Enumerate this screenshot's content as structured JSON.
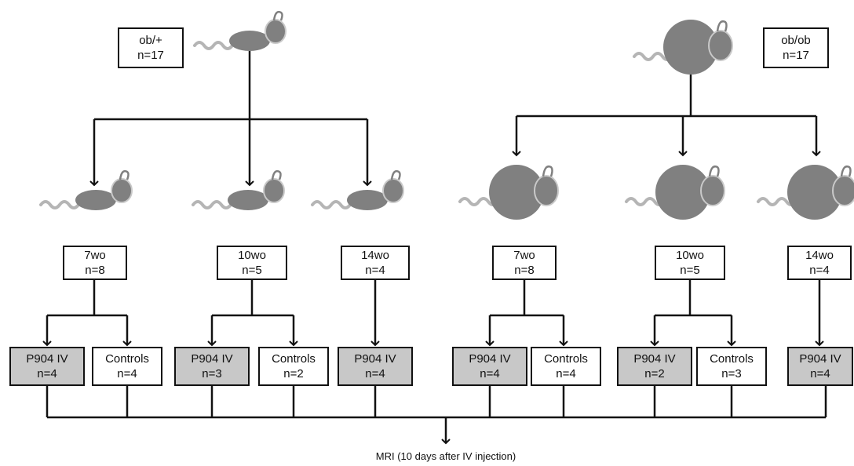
{
  "colors": {
    "line": "#111111",
    "mouse_body": "#808080",
    "mouse_tail": "#b5b5b5",
    "treated_box_fill": "#c8c8c8",
    "control_box_fill": "#ffffff"
  },
  "groups": {
    "lean": {
      "genotype": "ob/+",
      "n": "n=17"
    },
    "obese": {
      "genotype": "ob/ob",
      "n": "n=17"
    }
  },
  "ages": {
    "lean_7": {
      "age": "7wo",
      "n": "n=8"
    },
    "lean_10": {
      "age": "10wo",
      "n": "n=5"
    },
    "lean_14": {
      "age": "14wo",
      "n": "n=4"
    },
    "obese_7": {
      "age": "7wo",
      "n": "n=8"
    },
    "obese_10": {
      "age": "10wo",
      "n": "n=5"
    },
    "obese_14": {
      "age": "14wo",
      "n": "n=4"
    }
  },
  "treatments": {
    "lean_7_p904": {
      "label": "P904 IV",
      "n": "n=4"
    },
    "lean_7_ctrl": {
      "label": "Controls",
      "n": "n=4"
    },
    "lean_10_p904": {
      "label": "P904 IV",
      "n": "n=3"
    },
    "lean_10_ctrl": {
      "label": "Controls",
      "n": "n=2"
    },
    "lean_14_p904": {
      "label": "P904 IV",
      "n": "n=4"
    },
    "obese_7_p904": {
      "label": "P904 IV",
      "n": "n=4"
    },
    "obese_7_ctrl": {
      "label": "Controls",
      "n": "n=4"
    },
    "obese_10_p904": {
      "label": "P904 IV",
      "n": "n=2"
    },
    "obese_10_ctrl": {
      "label": "Controls",
      "n": "n=3"
    },
    "obese_14_p904": {
      "label": "P904 IV",
      "n": "n=4"
    }
  },
  "footer": {
    "caption": "MRI (10 days after IV injection)"
  }
}
